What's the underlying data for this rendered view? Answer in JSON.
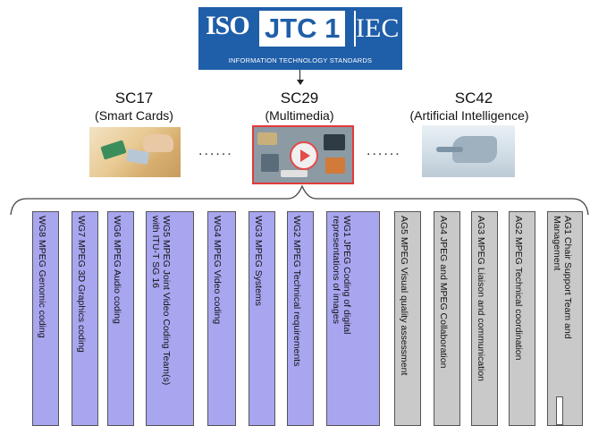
{
  "logo": {
    "iso": "ISO",
    "jtc": "JTC 1",
    "iec": "IEC",
    "subtitle": "INFORMATION TECHNOLOGY STANDARDS"
  },
  "committees": [
    {
      "code": "SC17",
      "name": "(Smart Cards)"
    },
    {
      "code": "SC29",
      "name": "(Multimedia)"
    },
    {
      "code": "SC42",
      "name": "(Artificial Intelligence)"
    }
  ],
  "separators": {
    "left": "......",
    "right": "......"
  },
  "groups": [
    {
      "label": "WG8 MPEG Genomic coding",
      "kind": "wg"
    },
    {
      "label": "WG7 MPEG 3D Graphics coding",
      "kind": "wg"
    },
    {
      "label": "WG6 MPEG Audio coding",
      "kind": "wg"
    },
    {
      "label": "WG5 MPEG Joint Video Coding Team(s) with ITU-T SG 16",
      "kind": "wg"
    },
    {
      "label": "WG4 MPEG Video coding",
      "kind": "wg"
    },
    {
      "label": "WG3 MPEG Systems",
      "kind": "wg"
    },
    {
      "label": "WG2 MPEG Technical requirements",
      "kind": "wg"
    },
    {
      "label": "WG1 JPEG Coding of digital representations of images",
      "kind": "wg"
    },
    {
      "label": "AG5 MPEG Visual quality assessment",
      "kind": "ag"
    },
    {
      "label": "AG4 JPEG and MPEG Collaboration",
      "kind": "ag"
    },
    {
      "label": "AG3 MPEG Liaison and communication",
      "kind": "ag"
    },
    {
      "label": "AG2 MPEG Technical coordination",
      "kind": "ag"
    },
    {
      "label": "AG1 Chair Support Team and Management",
      "kind": "ag"
    }
  ],
  "colors": {
    "wg": "#a9a6f0",
    "ag": "#c9c9c9",
    "logo": "#1f5ea8",
    "highlight": "#e23a3a"
  }
}
